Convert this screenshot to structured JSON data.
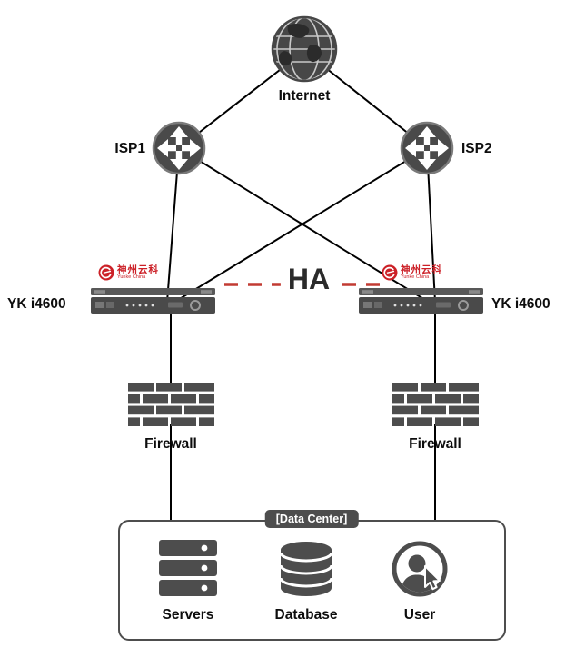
{
  "diagram": {
    "internet": {
      "label": "Internet"
    },
    "isp1": {
      "label": "ISP1"
    },
    "isp2": {
      "label": "ISP2"
    },
    "ha": {
      "label": "HA"
    },
    "appliance_left": {
      "label": "YK i4600",
      "vendor_cn": "神州云科",
      "vendor_en": "Yunke China"
    },
    "appliance_right": {
      "label": "YK i4600",
      "vendor_cn": "神州云科",
      "vendor_en": "Yunke China"
    },
    "firewall_left": {
      "label": "Firewall"
    },
    "firewall_right": {
      "label": "Firewall"
    },
    "datacenter": {
      "label": "[Data Center]"
    },
    "servers": {
      "label": "Servers"
    },
    "database": {
      "label": "Database"
    },
    "user": {
      "label": "User"
    },
    "colors": {
      "node_gray": "#4a4a4a",
      "link_black": "#000000",
      "ha_dash_red": "#c23b33",
      "vendor_logo_red": "#cc2027"
    }
  }
}
